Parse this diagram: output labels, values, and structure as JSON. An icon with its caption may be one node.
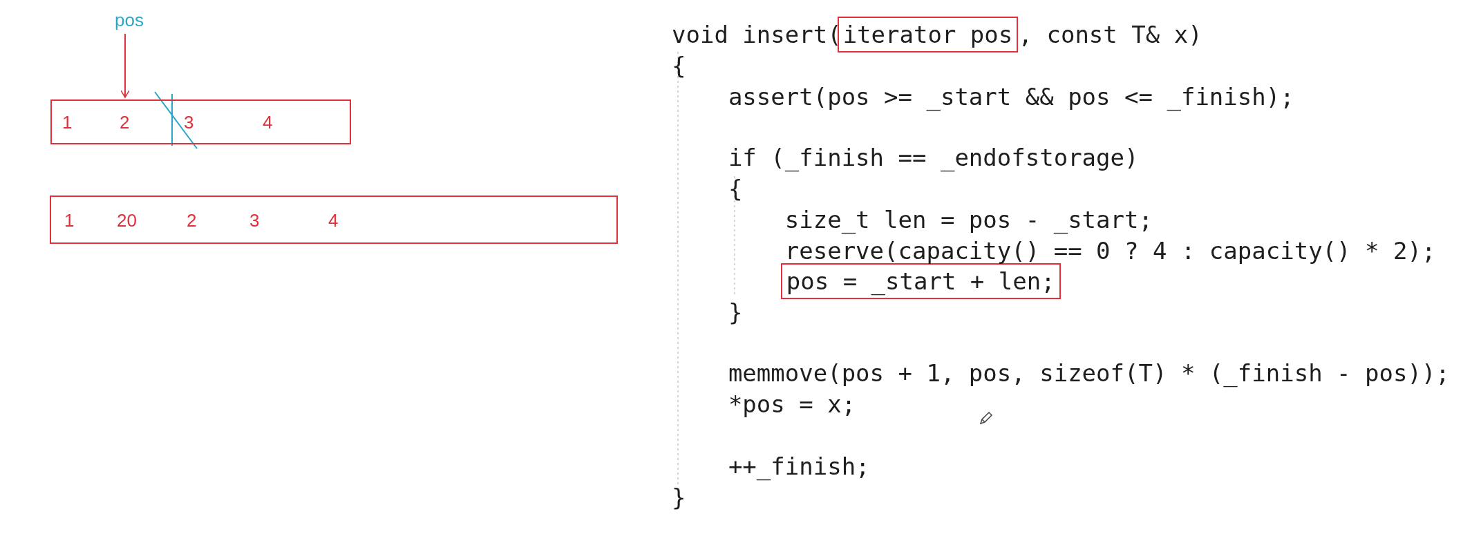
{
  "diagram": {
    "nodes": [
      {
        "text": [
          "pos"
        ]
      },
      {
        "text": [
          "1",
          "2",
          "3",
          "4"
        ]
      },
      {
        "text": [
          "1",
          "20",
          "2",
          "3",
          "4"
        ]
      },
      {
        "text": [
          "iterator pos"
        ]
      },
      {
        "text": [
          "pos = _start + len;"
        ]
      }
    ],
    "edges": [
      {
        "from": 0,
        "to": 1,
        "arrow": "to",
        "color": "#e0303a"
      }
    ],
    "labels": [
      "void insert(",
      ", const T& x)",
      "{",
      "assert(pos >= _start && pos <= _finish);",
      "if (_finish == _endofstorage)",
      "{",
      "size_t len = pos - _start;",
      "reserve(capacity() == 0 ? 4 : capacity() * 2);",
      "}",
      "memmove(pos + 1, pos, sizeof(T) * (_finish - pos));",
      "*pos = x;",
      "++_finish;",
      "}"
    ]
  }
}
